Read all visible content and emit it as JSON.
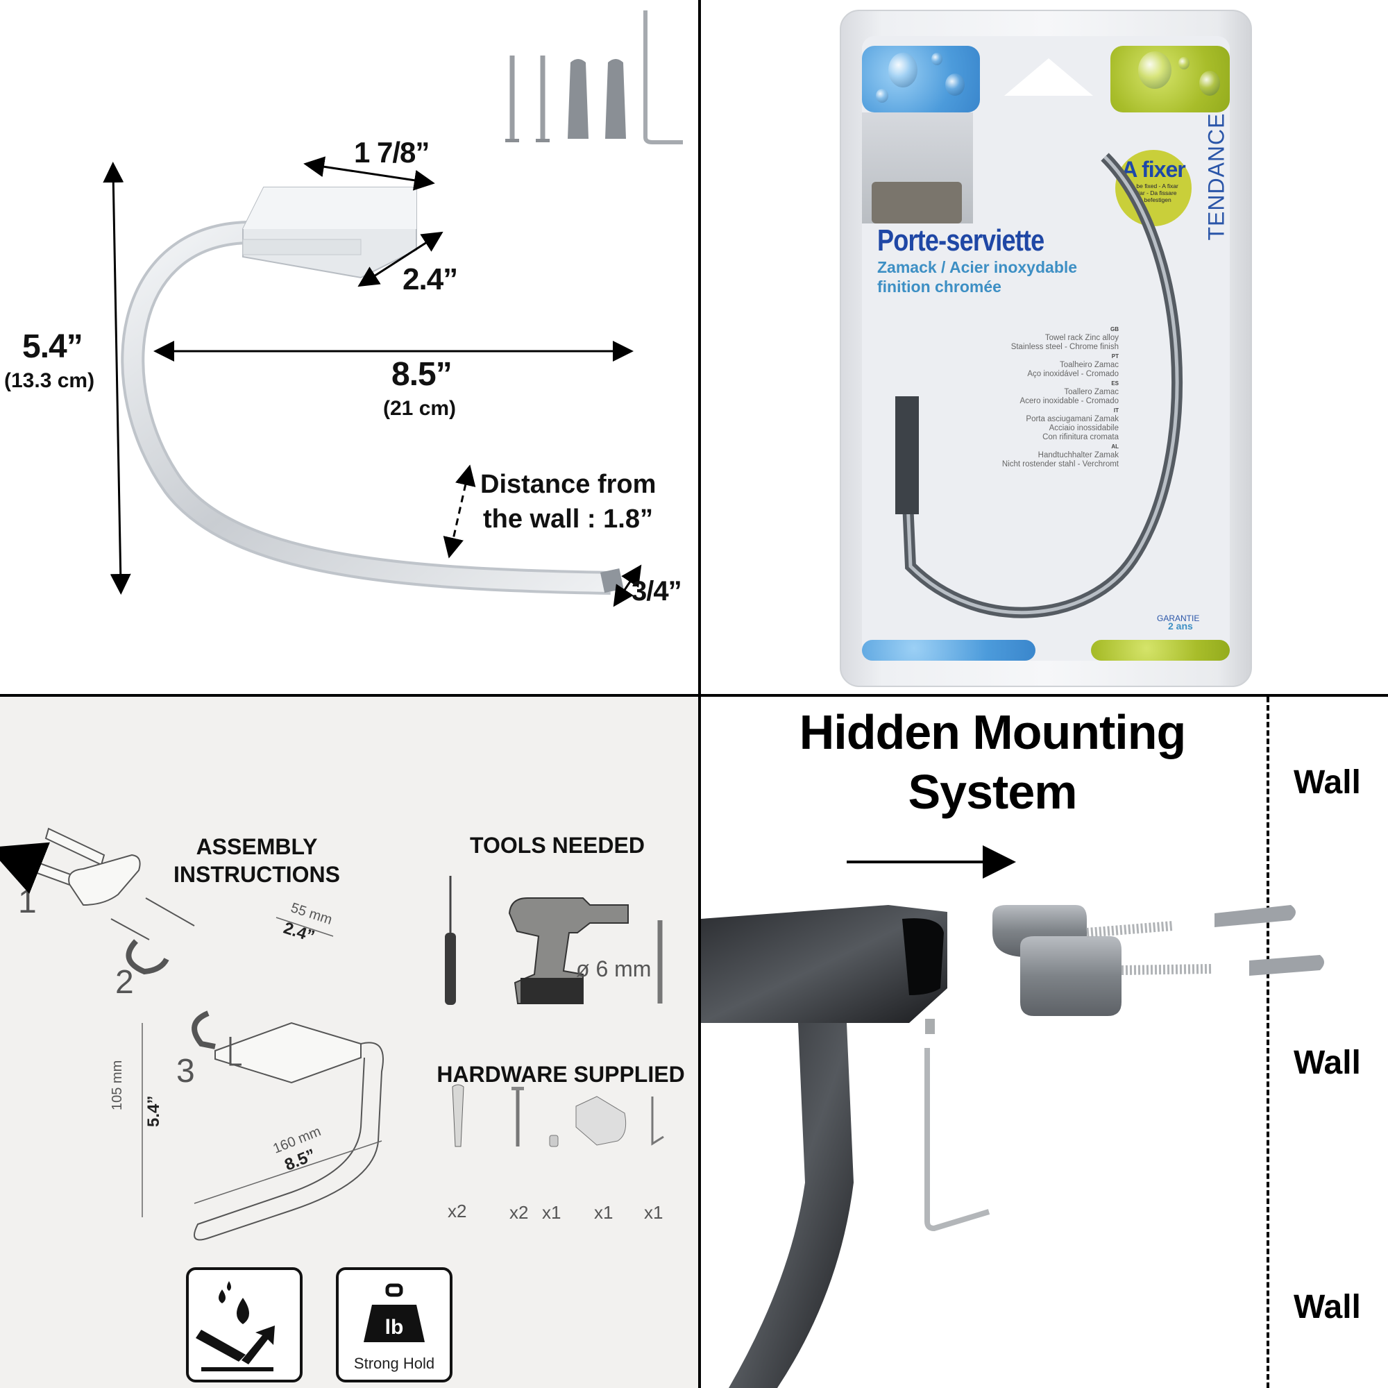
{
  "panel_dimensions": {
    "depth_label": "1 7/8”",
    "width_label": "2.4”",
    "height_label": "5.4”",
    "height_metric": "(13.3 cm)",
    "length_label": "8.5”",
    "length_metric": "(21 cm)",
    "wall_distance_line1": "Distance from",
    "wall_distance_line2": "the wall : 1.8”",
    "bar_thickness_label": "3/4”",
    "hardware_items": [
      "screw",
      "screw",
      "wall-plug",
      "wall-plug",
      "allen-key"
    ]
  },
  "panel_package": {
    "badge_title": "A fixer",
    "badge_lines": [
      "To be fixed - A fixar",
      "A fijar - Da fissare",
      "Zu befestigen"
    ],
    "title": "Porte-serviette",
    "subtitle_line1": "Zamack / Acier inoxydable",
    "subtitle_line2": "finition chromée",
    "brand": "TENDANCE",
    "languages": [
      {
        "code": "GB",
        "lines": [
          "Towel rack Zinc alloy",
          "Stainless steel - Chrome finish"
        ]
      },
      {
        "code": "PT",
        "lines": [
          "Toalheiro Zamac",
          "Aço inoxidável - Cromado"
        ]
      },
      {
        "code": "ES",
        "lines": [
          "Toallero Zamac",
          "Acero inoxidable - Cromado"
        ]
      },
      {
        "code": "IT",
        "lines": [
          "Porta asciugamani Zamak",
          "Acciaio inossidabile",
          "Con rifinitura cromata"
        ]
      },
      {
        "code": "AL",
        "lines": [
          "Handtuchhalter Zamak",
          "Nicht rostender stahl - Verchromt"
        ]
      }
    ],
    "warranty_line1": "GARANTIE",
    "warranty_line2": "2 ans",
    "colors": {
      "blue": "#4c9bdb",
      "green": "#a8bd2a",
      "title_blue": "#1f47a5"
    }
  },
  "panel_instructions": {
    "assembly_heading_line1": "ASSEMBLY",
    "assembly_heading_line2": "INSTRUCTIONS",
    "steps": [
      "1",
      "2",
      "3"
    ],
    "dim_depth_mm": "55 mm",
    "dim_depth_in": "2.4”",
    "dim_height_mm": "105 mm",
    "dim_height_in": "5.4”",
    "dim_length_mm": "160 mm",
    "dim_length_in": "8.5”",
    "tools_heading": "TOOLS NEEDED",
    "tools": [
      "screwdriver",
      "drill",
      "drill-bit"
    ],
    "drill_size": "ø 6 mm",
    "hardware_heading": "HARDWARE SUPPLIED",
    "hardware": [
      {
        "item": "wall-plug",
        "qty": "x2"
      },
      {
        "item": "screw",
        "qty": "x2"
      },
      {
        "item": "set-screw",
        "qty": "x1"
      },
      {
        "item": "mounting-bracket",
        "qty": "x1"
      },
      {
        "item": "allen-key",
        "qty": "x1"
      }
    ],
    "badges": [
      {
        "icon": "water-resistant-icon",
        "caption": ""
      },
      {
        "icon": "weight-lb-icon",
        "caption": "Strong Hold",
        "weight_text": "lb"
      }
    ]
  },
  "panel_mounting": {
    "title_line1": "Hidden Mounting",
    "title_line2": "System",
    "wall_labels": [
      "Wall",
      "Wall",
      "Wall"
    ]
  }
}
